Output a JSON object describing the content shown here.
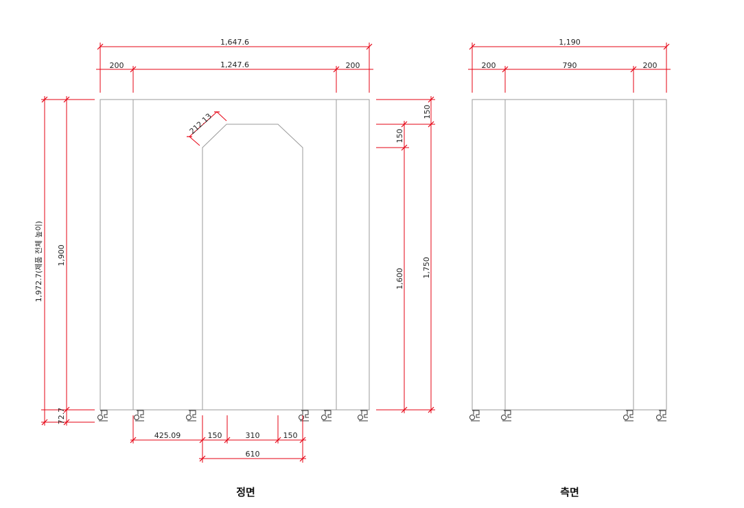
{
  "views": {
    "front": {
      "title": "정면",
      "dims": {
        "overall_width": "1,647.6",
        "left_side": "200",
        "middle": "1,247.6",
        "right_side": "200",
        "chamfer": "212.13",
        "top_offset": "150",
        "chamfer_height": "150",
        "opening_height": "1,600",
        "right_height": "1,750",
        "body_height": "1,900",
        "overall_height": "1,972.7(제품 전체 높이)",
        "caster_height": "72.7",
        "bottom_left": "425.09",
        "bottom_a": "150",
        "bottom_b": "310",
        "bottom_c": "150",
        "opening_width": "610"
      }
    },
    "side": {
      "title": "측면",
      "dims": {
        "overall_width": "1,190",
        "left_side": "200",
        "middle": "790",
        "right_side": "200"
      }
    }
  },
  "icons": {
    "caster": "caster-wheel-icon"
  },
  "colors": {
    "dimension": "#e60012",
    "outline": "#9a9a9a"
  }
}
